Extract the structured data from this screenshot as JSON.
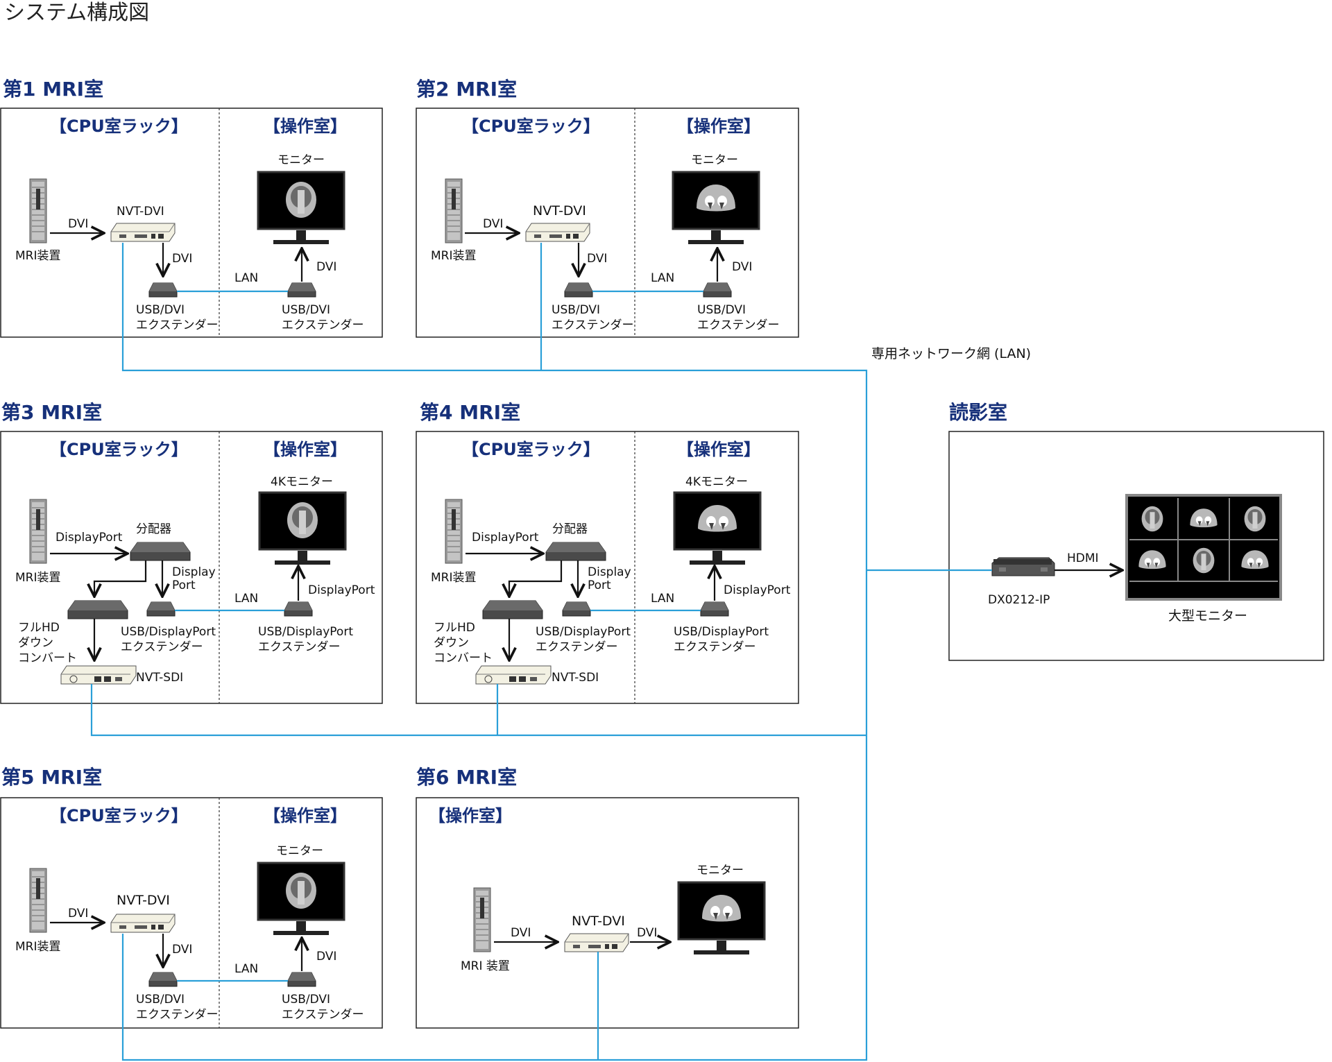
{
  "title": "システム構成図",
  "network_label": "専用ネットワーク網 (LAN)",
  "section_cpu": "【CPU室ラック】",
  "section_op": "【操作室】",
  "labels": {
    "mri_device": "MRI装置",
    "mri_device_spaced": "MRI 装置",
    "nvt_dvi": "NVT-DVI",
    "nvt_sdi": "NVT-SDI",
    "dvi": "DVI",
    "lan": "LAN",
    "displayport": "DisplayPort",
    "display_port_l1": "Display",
    "display_port_l2": "Port",
    "usb_dvi": "USB/DVI",
    "usb_dp": "USB/DisplayPort",
    "extender": "エクステンダー",
    "monitor": "モニター",
    "monitor_4k": "4Kモニター",
    "splitter": "分配器",
    "down_l1": "フルHD",
    "down_l2": "ダウン",
    "down_l3": "コンバート",
    "hdmi": "HDMI",
    "dx": "DX0212-IP",
    "large_monitor": "大型モニター"
  },
  "rooms": [
    {
      "name": "第1 MRI室"
    },
    {
      "name": "第2 MRI室"
    },
    {
      "name": "第3 MRI室"
    },
    {
      "name": "第4 MRI室"
    },
    {
      "name": "第5 MRI室"
    },
    {
      "name": "第6 MRI室"
    },
    {
      "name": "読影室"
    }
  ],
  "colors": {
    "op_bg": "#e2f0fb",
    "reading_bg": "#e4f0e3",
    "lan": "#2a9fd8",
    "heading": "#16307a"
  }
}
